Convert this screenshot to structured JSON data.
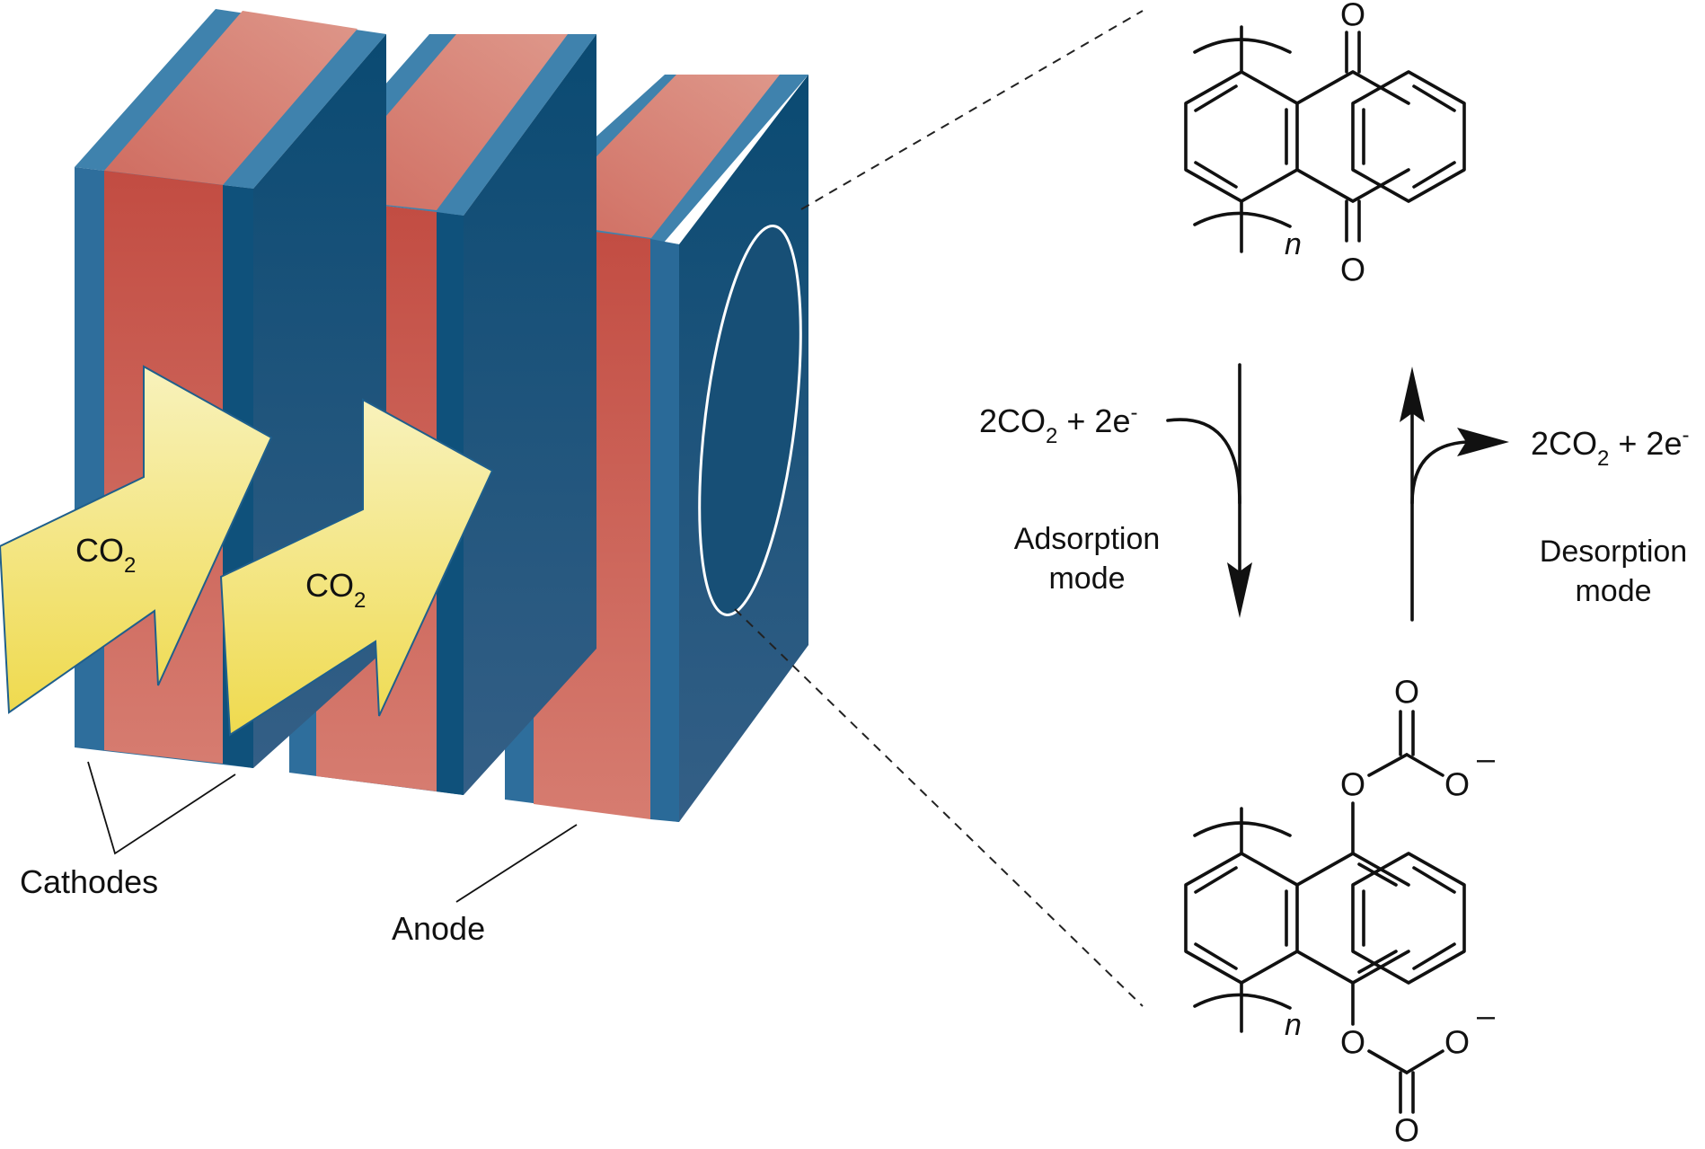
{
  "labels": {
    "cathodes": "Cathodes",
    "anode": "Anode",
    "co2_main": "CO",
    "co2_sub": "2",
    "adsorption_line1": "Adsorption",
    "adsorption_line2": "mode",
    "desorption_line1": "Desorption",
    "desorption_line2": "mode"
  },
  "reactants": {
    "left": {
      "pre": "2CO",
      "sub": "2",
      "mid": " + 2e",
      "sup": "-"
    },
    "right": {
      "pre": "2CO",
      "sub": "2",
      "mid": " + 2e",
      "sup": "-"
    }
  },
  "atoms": {
    "oxygen": "O",
    "charge": "–",
    "repeat": "n"
  },
  "colors": {
    "blue_front": "#2e6e9c",
    "blue_dark": "#0d4f78",
    "blue_top": "#3f82ad",
    "red_front": "#c85a50",
    "red_top": "#d9857a",
    "arrow_yellow_top": "#f7f0b0",
    "arrow_yellow_bottom": "#f0dc55"
  },
  "icons": {
    "adsorption_arrow": "arrow-down-icon",
    "desorption_arrow": "arrow-up-icon"
  }
}
